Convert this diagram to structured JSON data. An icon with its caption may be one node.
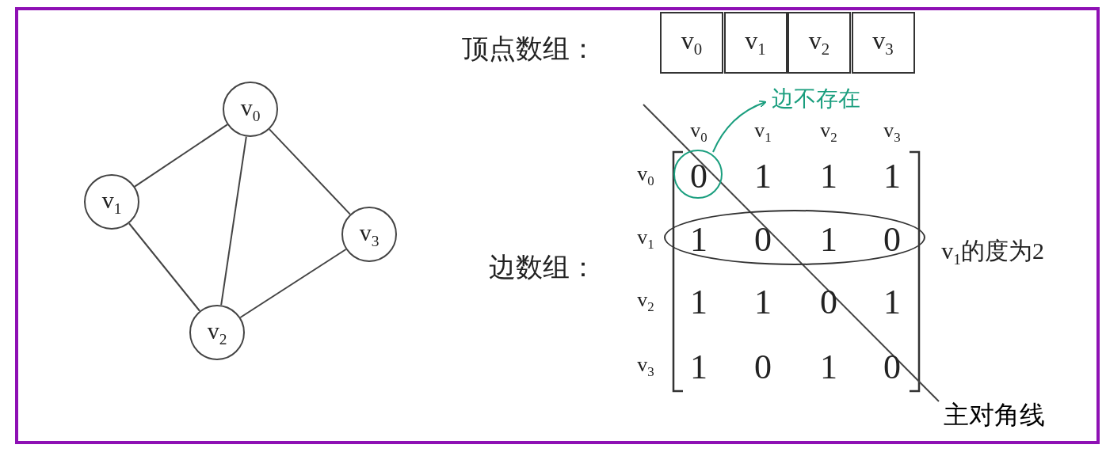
{
  "diagram": {
    "nodes": [
      {
        "text": [
          "v$_{0}$"
        ]
      },
      {
        "text": [
          "v$_{1}$"
        ]
      },
      {
        "text": [
          "v$_{2}$"
        ]
      },
      {
        "text": [
          "v$_{3}$"
        ]
      },
      {
        "text": [
          "边不存在"
        ]
      },
      {
        "text": [],
        "shape": "circle"
      },
      {
        "text": [],
        "shape": "ellipse",
        "beside": [
          "v$_{1}$的度为2"
        ]
      },
      {
        "text": [
          "主对角线"
        ]
      }
    ],
    "edges": [
      {
        "from": 0,
        "to": 1,
        "arrow": "none"
      },
      {
        "from": 0,
        "to": 2,
        "arrow": "none"
      },
      {
        "from": 0,
        "to": 3,
        "arrow": "none"
      },
      {
        "from": 1,
        "to": 2,
        "arrow": "none"
      },
      {
        "from": 2,
        "to": 3,
        "arrow": "none"
      },
      {
        "from": 5,
        "to": 4,
        "arrow": "to",
        "color": "#1a9e7e"
      },
      {
        "from": 7,
        "to": null,
        "arrow": "none"
      }
    ],
    "labels": [
      "顶点数组：",
      "v$_{0}$",
      "v$_{1}$",
      "v$_{2}$",
      "v$_{3}$",
      "边数组：",
      "v$_{0}$",
      "v$_{1}$",
      "v$_{2}$",
      "v$_{3}$",
      "v$_{0}$",
      "0",
      "1",
      "1",
      "1",
      "v$_{1}$",
      "1",
      "0",
      "1",
      "0",
      "v$_{2}$",
      "1",
      "1",
      "0",
      "1",
      "v$_{3}$",
      "1",
      "0",
      "1",
      "0"
    ]
  }
}
